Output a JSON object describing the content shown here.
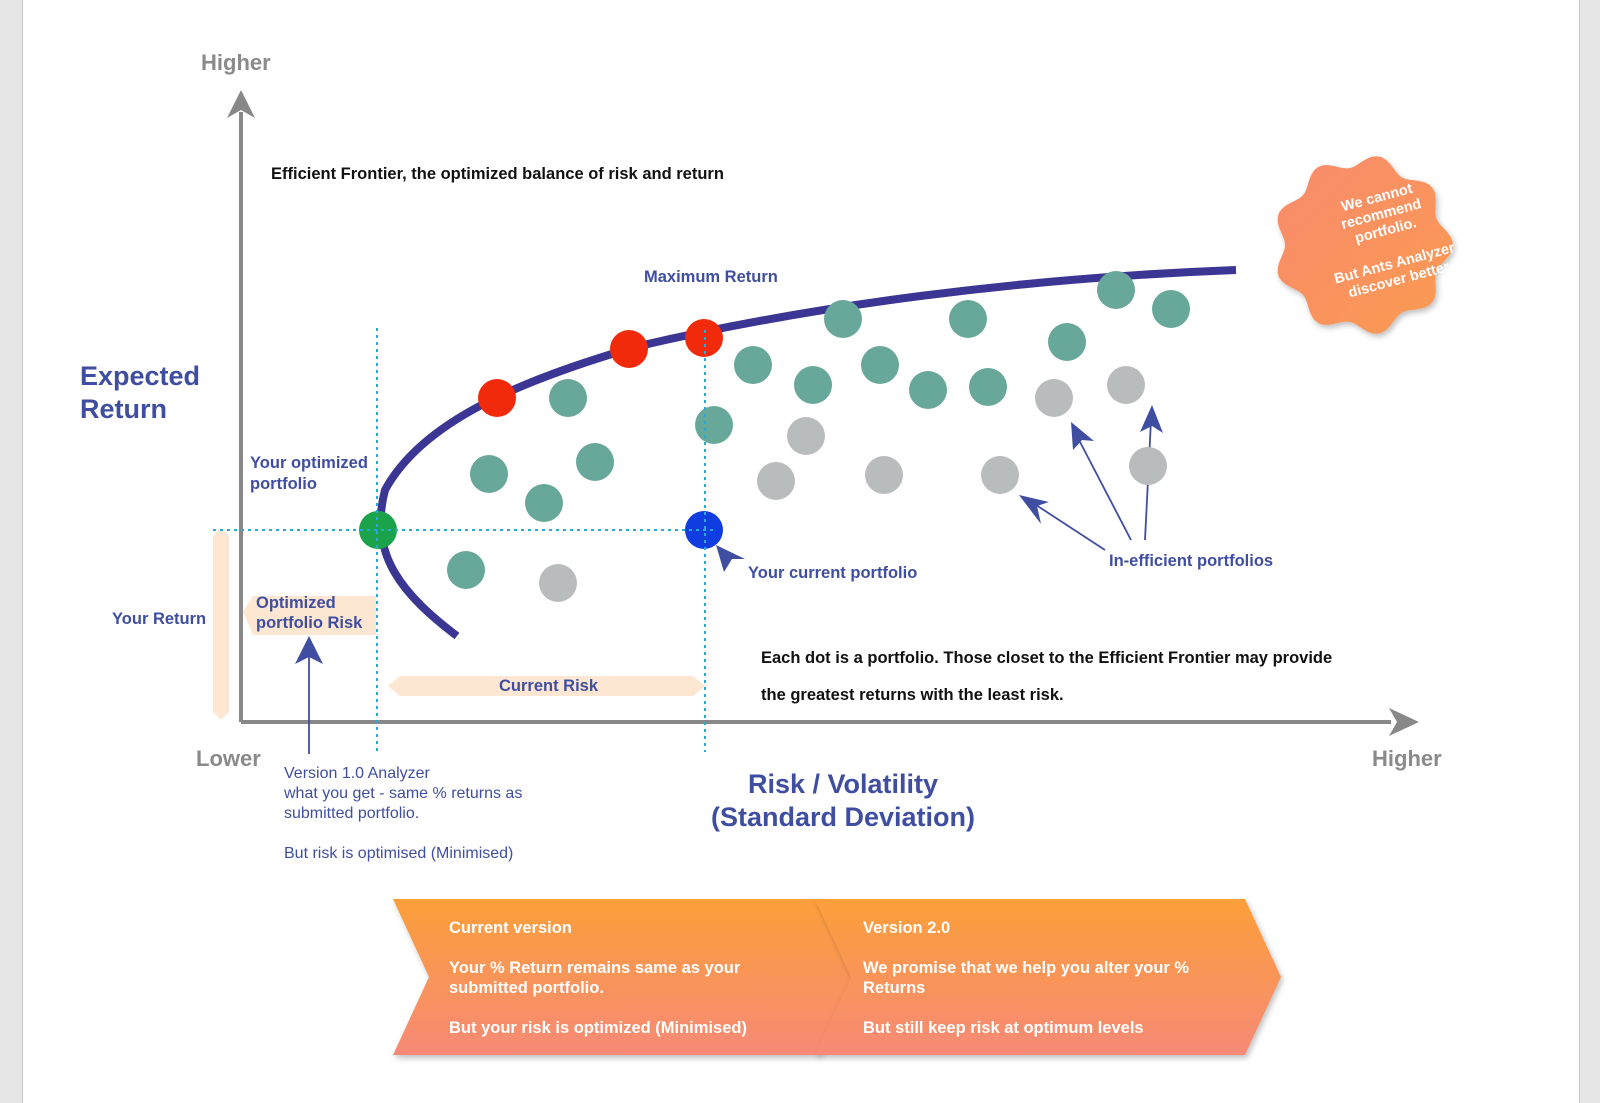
{
  "title": "Efficient Frontier, the optimized balance of risk and return",
  "axes": {
    "y_title": [
      "Expected",
      "Return"
    ],
    "y_top": "Higher",
    "x_title": [
      "Risk / Volatility",
      "(Standard Deviation)"
    ],
    "x_left": "Lower",
    "x_right": "Higher"
  },
  "labels": {
    "maximum_return": "Maximum Return",
    "your_optimized_portfolio": [
      "Your optimized",
      "portfolio"
    ],
    "your_return": "Your Return",
    "optimized_portfolio_risk": [
      "Optimized",
      "portfolio Risk"
    ],
    "current_risk": "Current Risk",
    "your_current_portfolio": "Your current portfolio",
    "inefficient_portfolios": "In-efficient portfolios",
    "each_dot": [
      "Each dot is a portfolio. Those closet to the Efficient Frontier may provide",
      "the greatest returns with the least risk."
    ]
  },
  "version_note": {
    "lines": [
      "Version 1.0 Analyzer",
      "what you get - same % returns as",
      "submitted portfolio."
    ],
    "footer": "But risk is optimised (Minimised)"
  },
  "badge": {
    "line1": "We cannot recommend portfolio.",
    "line2": "But Ants Analyzer discover better"
  },
  "chevrons": [
    {
      "heading": "Current version",
      "body": "Your % Return remains same as your submitted portfolio.",
      "footer": "But your risk is optimized (Minimised)"
    },
    {
      "heading": "Version 2.0",
      "body": "We promise that we help you alter your % Returns",
      "footer": "But still keep risk at optimum levels"
    }
  ],
  "colors": {
    "frontier": "#3b3593",
    "efficient_dot": "#68a89a",
    "inefficient_dot": "#b8bcbc",
    "max_dot": "#f02a0a",
    "optimized_dot": "#1aa34a",
    "current_dot": "#0f3de0",
    "label_blue": "#3f4ea0",
    "guide_line": "#29a9d8",
    "orange": "#fb9d3c"
  }
}
